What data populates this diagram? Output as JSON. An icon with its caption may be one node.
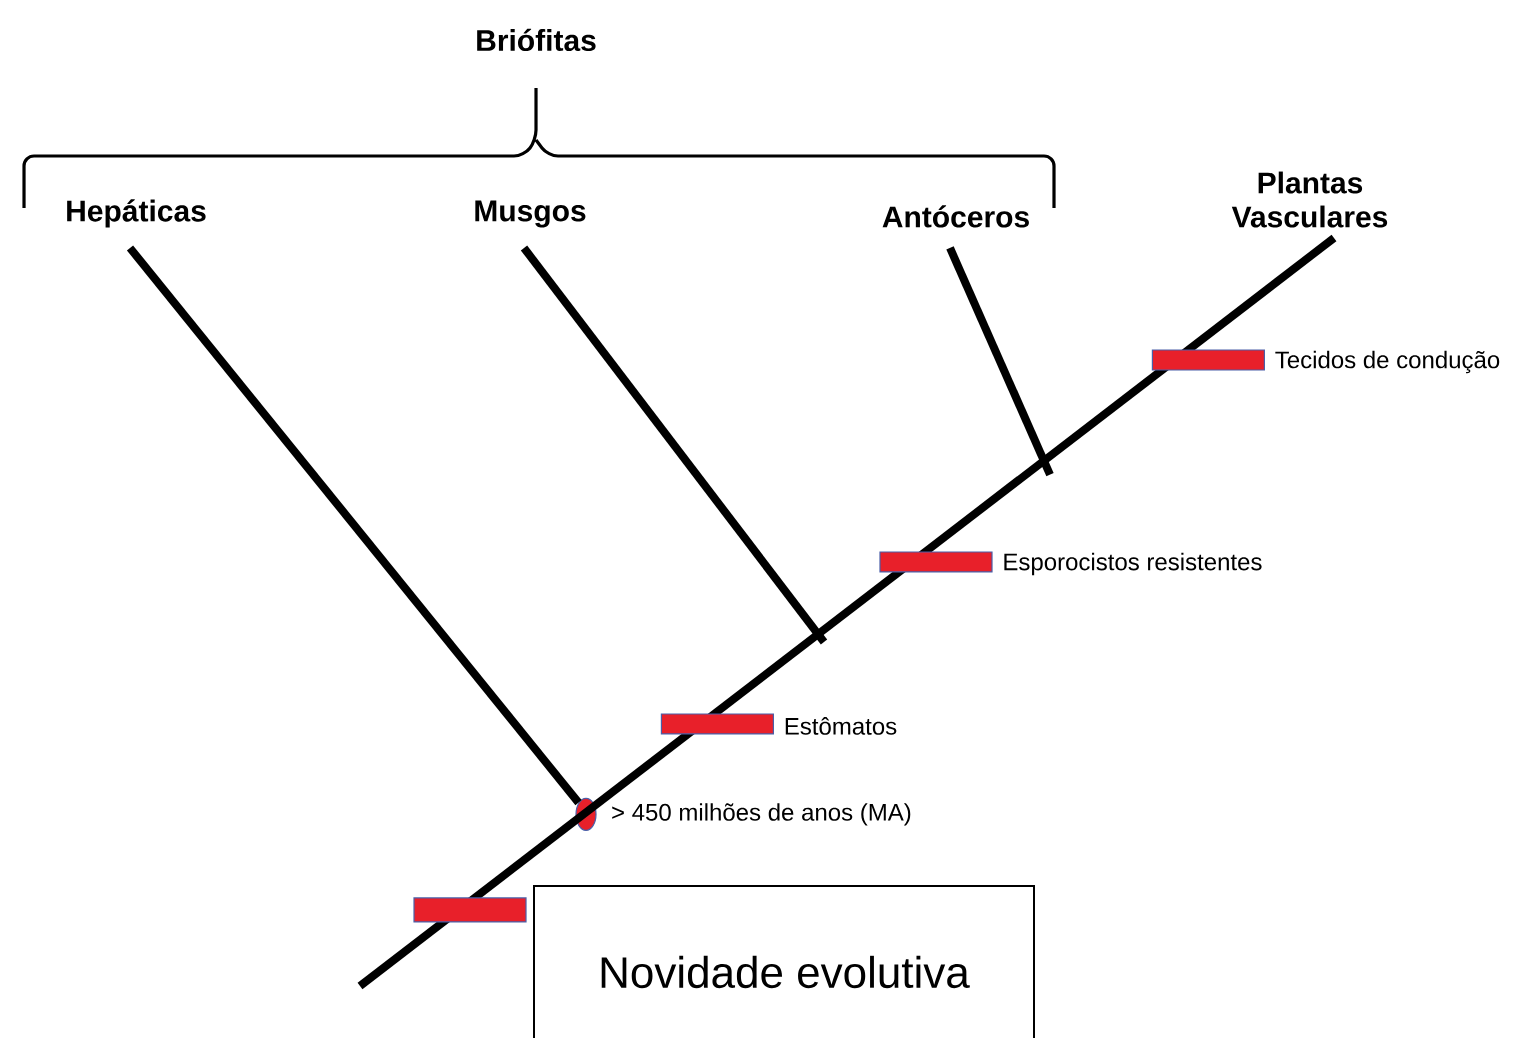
{
  "diagram": {
    "nodes": [
      {
        "text": [
          "Hepáticas"
        ]
      },
      {
        "text": [
          "Musgos"
        ]
      },
      {
        "text": [
          "Antóceros"
        ]
      },
      {
        "text": [
          "Plantas Vasculares"
        ]
      },
      {
        "text": [],
        "shape": "circle",
        "beside": [
          "> 450 milhões de anos (MA)"
        ]
      }
    ],
    "edges": [
      {
        "from": 0,
        "to": 4,
        "arrow": "none"
      },
      {
        "from": 1,
        "to": null,
        "arrow": "none"
      },
      {
        "from": 2,
        "to": null,
        "arrow": "none"
      },
      {
        "from": null,
        "to": 3,
        "arrow": "none"
      }
    ],
    "labels": [
      "Briófitas",
      "Tecidos de condução",
      "Esporocistos resistentes",
      "Estômatos"
    ],
    "legend": [
      {
        "text": "Novidade evolutiva",
        "color": "#e8202a"
      }
    ]
  }
}
